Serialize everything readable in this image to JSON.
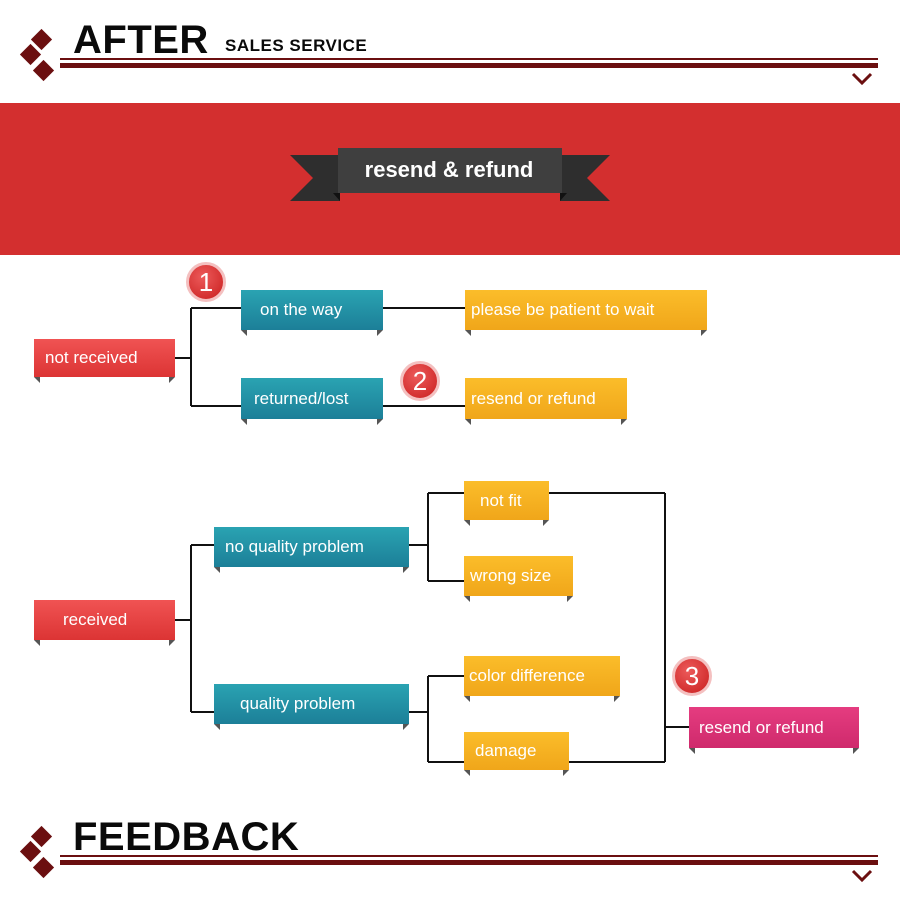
{
  "header_top": {
    "title": "AFTER",
    "subtitle": "SALES SERVICE"
  },
  "banner": {
    "label": "resend & refund"
  },
  "flow_not_received": {
    "root": "not received",
    "branch_1": {
      "step": "1",
      "label": "on the way",
      "result": "please be patient to wait"
    },
    "branch_2": {
      "step": "2",
      "label": "returned/lost",
      "result": "resend or refund"
    }
  },
  "flow_received": {
    "root": "received",
    "no_quality": {
      "label": "no quality problem",
      "items": [
        "not fit",
        "wrong size"
      ]
    },
    "quality": {
      "label": "quality problem",
      "items": [
        "color difference",
        "damage"
      ]
    },
    "step": "3",
    "result": "resend or refund"
  },
  "header_bottom": {
    "title": "FEEDBACK"
  },
  "colors": {
    "accent_dark": "#6b0f10",
    "banner_red": "#d32f2f",
    "ribbon": "#3d3d3d",
    "root_red": "#e63c3c",
    "teal": "#1f8aa2",
    "orange": "#f6ae1e",
    "pink": "#d93475"
  },
  "icons": [
    "diamond-icon",
    "chevron-down-icon",
    "number-badge-icon"
  ]
}
